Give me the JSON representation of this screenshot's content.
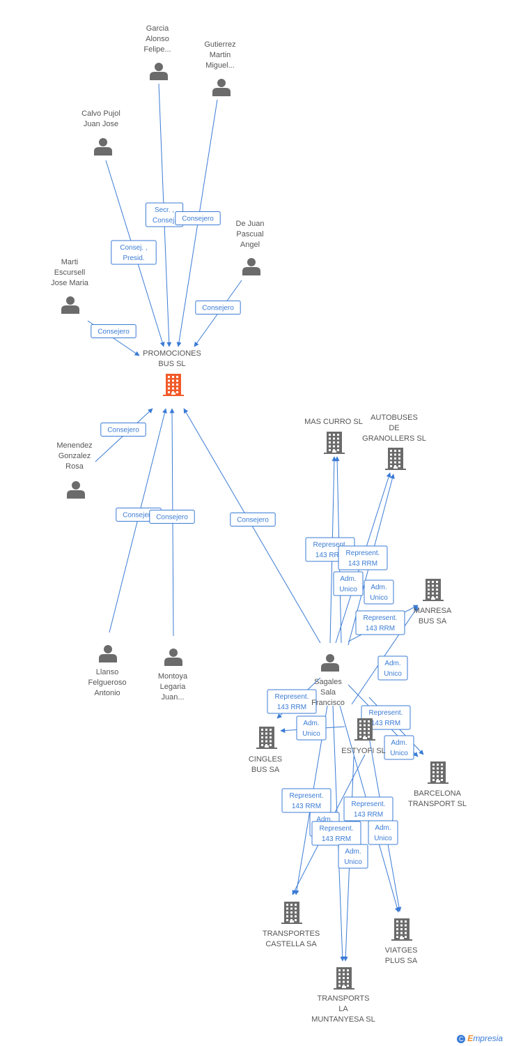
{
  "colors": {
    "edge": "#3a7bd5",
    "person_icon": "#6b6b6b",
    "company_icon": "#6b6b6b",
    "focus_company_icon": "#f15a29",
    "label_text": "#555555"
  },
  "nodes": [
    {
      "id": "promociones",
      "type": "company-focus",
      "label": [
        "PROMOCIONES",
        "BUS SL"
      ]
    },
    {
      "id": "garcia",
      "type": "person",
      "label": [
        "Garcia",
        "Alonso",
        "Felipe..."
      ]
    },
    {
      "id": "gutierrez",
      "type": "person",
      "label": [
        "Gutierrez",
        "Martin",
        "Miguel..."
      ]
    },
    {
      "id": "calvo",
      "type": "person",
      "label": [
        "Calvo Pujol",
        "Juan Jose"
      ]
    },
    {
      "id": "dejuan",
      "type": "person",
      "label": [
        "De Juan",
        "Pascual",
        "Angel"
      ]
    },
    {
      "id": "marti",
      "type": "person",
      "label": [
        "Marti",
        "Escursell",
        "Jose Maria"
      ]
    },
    {
      "id": "menendez",
      "type": "person",
      "label": [
        "Menendez",
        "Gonzalez",
        "Rosa"
      ]
    },
    {
      "id": "llanso",
      "type": "person",
      "label": [
        "Llanso",
        "Felgueroso",
        "Antonio"
      ]
    },
    {
      "id": "montoya",
      "type": "person",
      "label": [
        "Montoya",
        "Legaria",
        "Juan..."
      ]
    },
    {
      "id": "sagales",
      "type": "person",
      "label": [
        "Sagales",
        "Sala",
        "Francisco"
      ]
    },
    {
      "id": "mascurro",
      "type": "company",
      "label": [
        "MAS CURRO SL"
      ]
    },
    {
      "id": "autobuses",
      "type": "company",
      "label": [
        "AUTOBUSES",
        "DE",
        "GRANOLLERS SL"
      ]
    },
    {
      "id": "manresa",
      "type": "company",
      "label": [
        "MANRESA",
        "BUS SA"
      ]
    },
    {
      "id": "cingles",
      "type": "company",
      "label": [
        "CINGLES",
        "BUS SA"
      ]
    },
    {
      "id": "estyofi",
      "type": "company",
      "label": [
        "ESTYOFI SL"
      ]
    },
    {
      "id": "barcelona",
      "type": "company",
      "label": [
        "BARCELONA",
        "TRANSPORT SL"
      ]
    },
    {
      "id": "castella",
      "type": "company",
      "label": [
        "TRANSPORTES",
        "CASTELLA SA"
      ]
    },
    {
      "id": "viatges",
      "type": "company",
      "label": [
        "VIATGES",
        "PLUS SA"
      ]
    },
    {
      "id": "muntanyesa",
      "type": "company",
      "label": [
        "TRANSPORTS",
        "LA",
        "MUNTANYESA SL"
      ]
    }
  ],
  "edges": [
    {
      "from": "garcia",
      "to": "promociones",
      "label": [
        "Secr. ,",
        "Consej."
      ]
    },
    {
      "from": "gutierrez",
      "to": "promociones",
      "label": [
        "Consejero"
      ]
    },
    {
      "from": "calvo",
      "to": "promociones",
      "label": [
        "Consej. ,",
        "Presid."
      ]
    },
    {
      "from": "dejuan",
      "to": "promociones",
      "label": [
        "Consejero"
      ]
    },
    {
      "from": "marti",
      "to": "promociones",
      "label": [
        "Consejero"
      ]
    },
    {
      "from": "menendez",
      "to": "promociones",
      "label": [
        "Consejero"
      ]
    },
    {
      "from": "llanso",
      "to": "promociones",
      "label": [
        "Consejero"
      ]
    },
    {
      "from": "montoya",
      "to": "promociones",
      "label": [
        "Consejero"
      ]
    },
    {
      "from": "sagales",
      "to": "promociones",
      "label": [
        "Consejero"
      ]
    },
    {
      "from": "sagales",
      "to": "mascurro",
      "label": [
        "Represent.",
        "143 RRM"
      ]
    },
    {
      "from": "sagales",
      "to": "autobuses",
      "label": [
        "Represent.",
        "143 RRM"
      ]
    },
    {
      "from": "sagales",
      "to": "mascurro",
      "label": [
        "Adm.",
        "Unico"
      ]
    },
    {
      "from": "sagales",
      "to": "autobuses",
      "label": [
        "Adm.",
        "Unico"
      ]
    },
    {
      "from": "sagales",
      "to": "manresa",
      "label": [
        "Represent.",
        "143 RRM"
      ]
    },
    {
      "from": "sagales",
      "to": "manresa",
      "label": [
        "Adm.",
        "Unico"
      ]
    },
    {
      "from": "sagales",
      "to": "cingles",
      "label": [
        "Represent.",
        "143 RRM"
      ]
    },
    {
      "from": "sagales",
      "to": "cingles",
      "label": [
        "Adm.",
        "Unico"
      ]
    },
    {
      "from": "sagales",
      "to": "barcelona",
      "label": [
        "Represent.",
        "143 RRM"
      ]
    },
    {
      "from": "sagales",
      "to": "barcelona",
      "label": [
        "Adm.",
        "Unico"
      ]
    },
    {
      "from": "sagales",
      "to": "castella",
      "label": [
        "Represent.",
        "143 RRM"
      ]
    },
    {
      "from": "sagales",
      "to": "castella",
      "label": [
        "Adm.",
        "Unico"
      ]
    },
    {
      "from": "sagales",
      "to": "viatges",
      "label": [
        "Represent.",
        "143 RRM"
      ]
    },
    {
      "from": "sagales",
      "to": "viatges",
      "label": [
        "Adm.",
        "Unico"
      ]
    },
    {
      "from": "sagales",
      "to": "muntanyesa",
      "label": [
        "Represent.",
        "143 RRM"
      ]
    },
    {
      "from": "sagales",
      "to": "muntanyesa",
      "label": [
        "Adm.",
        "Unico"
      ]
    }
  ],
  "brand": {
    "symbol": "C",
    "first_letter": "E",
    "rest": "mpresia"
  }
}
